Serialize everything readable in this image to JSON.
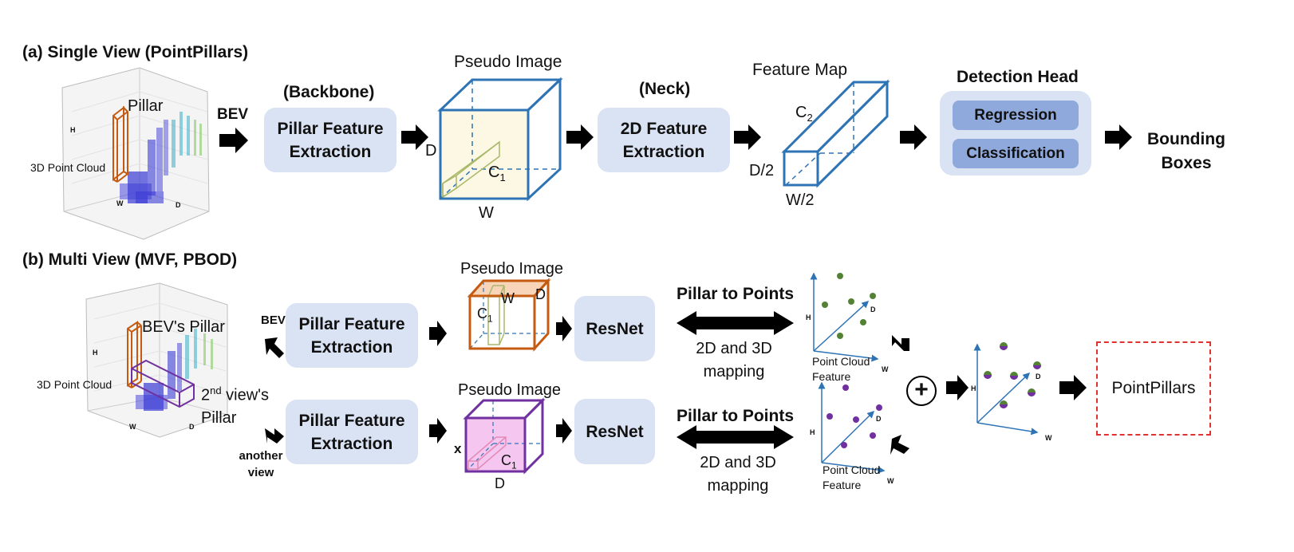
{
  "single_view": {
    "title": "(a) Single View (PointPillars)",
    "pillar_label": "Pillar",
    "cloud_label": "3D Point Cloud",
    "axis_h": "H",
    "axis_w": "W",
    "axis_d": "D",
    "bev_label": "BEV",
    "backbone_label": "(Backbone)",
    "pfe_line1": "Pillar Feature",
    "pfe_line2": "Extraction",
    "pseudo_title": "Pseudo Image",
    "pseudo_d": "D",
    "pseudo_w": "W",
    "pseudo_c": "C",
    "pseudo_c_sub": "1",
    "neck_label": "(Neck)",
    "fe2d_line1": "2D Feature",
    "fe2d_line2": "Extraction",
    "fmap_title": "Feature Map",
    "fmap_c": "C",
    "fmap_c_sub": "2",
    "fmap_d": "D/2",
    "fmap_w": "W/2",
    "head_title": "Detection Head",
    "regression": "Regression",
    "classification": "Classification",
    "bbox_line1": "Bounding",
    "bbox_line2": "Boxes"
  },
  "multi_view": {
    "title": "(b) Multi View (MVF, PBOD)",
    "bev_pillar_label": "BEV's Pillar",
    "nd_view_a": "2",
    "nd_view_sup": "nd",
    "nd_view_b": " view's",
    "nd_view_pillar": "Pillar",
    "cloud_label": "3D Point Cloud",
    "bev_label": "BEV",
    "another_line1": "another",
    "another_line2": "view",
    "pfe_line1": "Pillar Feature",
    "pfe_line2": "Extraction",
    "pseudo_title_top": "Pseudo Image",
    "pseudo_title_bottom": "Pseudo Image",
    "top_c": "C",
    "top_c_sub": "1",
    "top_w": "W",
    "top_d": "D",
    "bottom_x": "x",
    "bottom_c": "C",
    "bottom_c_sub": "1",
    "bottom_d": "D",
    "resnet": "ResNet",
    "p2p_label": "Pillar to Points",
    "mapping_line1": "2D and 3D",
    "mapping_line2": "mapping",
    "pcf_line1": "Point Cloud",
    "pcf_line2": "Feature",
    "axis_h": "H",
    "axis_w": "W",
    "axis_d": "D",
    "plus": "+",
    "pointpillars": "PointPillars"
  },
  "colors": {
    "box_fill": "#dae3f3",
    "head_button": "#8fa9dc",
    "cube_blue": "#2e74b5",
    "orange": "#c55a11",
    "purple": "#7030a0",
    "pink_fill": "#f4c6f0",
    "yellow_fill": "#fdf8e3",
    "green": "#548235",
    "dashed_red": "#e0322f"
  }
}
